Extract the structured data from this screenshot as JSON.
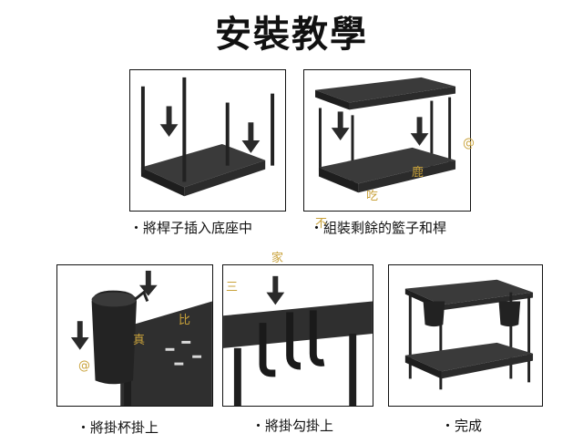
{
  "title": "安裝教學",
  "steps": [
    {
      "caption": "・將桿子插入底座中"
    },
    {
      "caption": "・組裝剩餘的籃子和桿"
    },
    {
      "caption": "・將掛杯掛上"
    },
    {
      "caption": "・將掛勾掛上"
    },
    {
      "caption": "・完成"
    }
  ],
  "watermark": [
    "@",
    "真",
    "比",
    "三",
    "家",
    "不",
    "吃",
    "鹿",
    "@"
  ],
  "colors": {
    "product": "#2b2b2b",
    "arrow": "#2a2a2a",
    "border": "#111111",
    "watermark": "#c9a23a"
  }
}
